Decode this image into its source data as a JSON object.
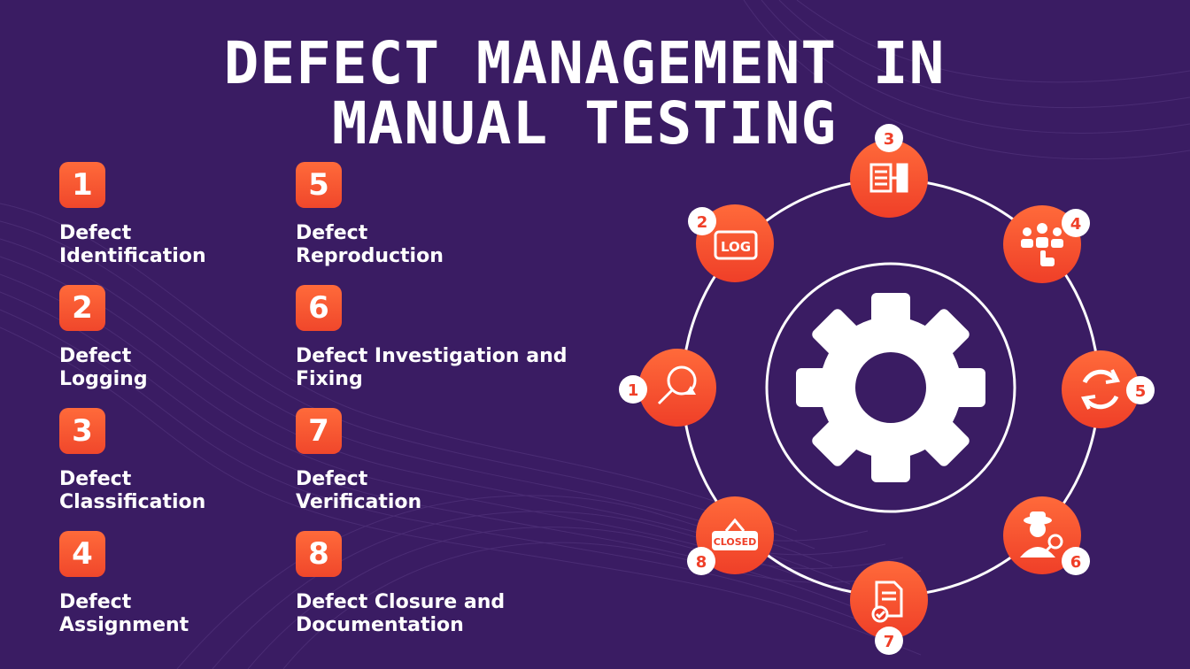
{
  "title": "DEFECT MANAGEMENT IN MANUAL TESTING",
  "steps": [
    {
      "number": "1",
      "label": "Defect Identification"
    },
    {
      "number": "2",
      "label": "Defect Logging"
    },
    {
      "number": "3",
      "label": "Defect Classification"
    },
    {
      "number": "4",
      "label": "Defect Assignment"
    },
    {
      "number": "5",
      "label": "Defect Reproduction"
    },
    {
      "number": "6",
      "label": "Defect Investigation and Fixing"
    },
    {
      "number": "7",
      "label": "Defect Verification"
    },
    {
      "number": "8",
      "label": "Defect Closure and Documentation"
    }
  ],
  "cycle": [
    {
      "number": "1",
      "icon": "magnifier-warning-icon"
    },
    {
      "number": "2",
      "icon": "log-tag-icon",
      "icon_text": "LOG"
    },
    {
      "number": "3",
      "icon": "document-hierarchy-icon"
    },
    {
      "number": "4",
      "icon": "team-pointer-icon"
    },
    {
      "number": "5",
      "icon": "refresh-cycle-icon"
    },
    {
      "number": "6",
      "icon": "inspector-icon"
    },
    {
      "number": "7",
      "icon": "verified-document-icon"
    },
    {
      "number": "8",
      "icon": "closed-sign-icon",
      "icon_text": "CLOSED"
    }
  ],
  "colors": {
    "background": "#3a1c63",
    "accent": "#f0472b",
    "accent_light": "#ff6a3a",
    "text": "#ffffff"
  }
}
